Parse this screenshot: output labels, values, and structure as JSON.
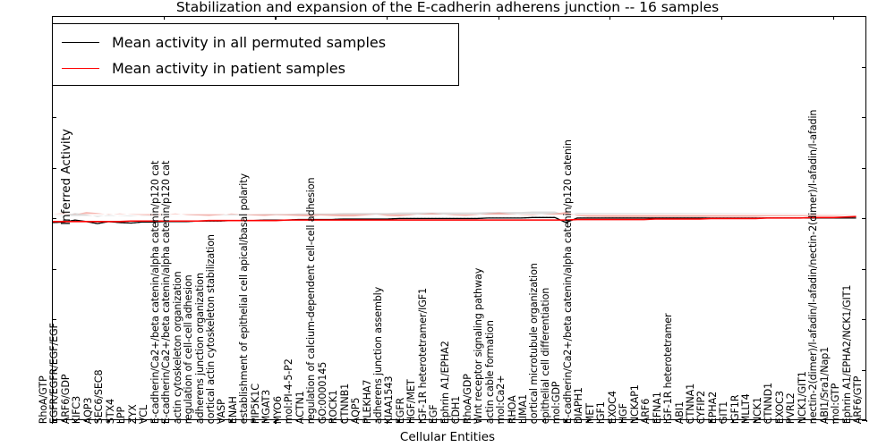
{
  "chart_data": {
    "type": "line",
    "title": "Stabilization and expansion of the E-cadherin adherens junction -- 16 samples",
    "xlabel": "Cellular Entities",
    "ylabel": "Inferred Activity",
    "ylim": [
      -4,
      4
    ],
    "yticks": [
      4,
      3,
      2,
      1,
      0,
      -1,
      -2,
      -3,
      -4
    ],
    "grid": false,
    "legend_position": "upper left",
    "categories": [
      "RhoA/GTP",
      "EGFR/EGFR/EGF/EGF",
      "ARF6/GDP",
      "KIFC3",
      "AQP3",
      "SEC6/SEC8",
      "STX4",
      "LPP",
      "ZYX",
      "VCL",
      "E-cadherin/Ca2+/beta catenin/alpha catenin/p120 cat",
      "E-cadherin/Ca2+/beta catenin/alpha catenin/p120 cat",
      "actin cytoskeleton organization",
      "regulation of cell-cell adhesion",
      "adherens junction organization",
      "cortical actin cytoskeleton stabilization",
      "VASP",
      "ENAH",
      "establishment of epithelial cell apical/basal polarity",
      "PIP5K1C",
      "MGAT3",
      "MYO6",
      "mol:PI-4-5-P2",
      "ACTN1",
      "regulation of calcium-dependent cell-cell adhesion",
      "GO:0000145",
      "ROCK1",
      "CTNNB1",
      "AQP5",
      "PLEKHA7",
      "adherens junction assembly",
      "KIAA1543",
      "EGFR",
      "HGF/MET",
      "IGF-1R heterotetramer/IGF1",
      "EGF",
      "Ephrin A1/EPHA2",
      "CDH1",
      "RhoA/GDP",
      "Wnt receptor signaling pathway",
      "actin cable formation",
      "mol:Ca2+",
      "RHOA",
      "LIMA1",
      "cortical microtubule organization",
      "epithelial cell differentiation",
      "mol:GDP",
      "E-cadherin/Ca2+/beta catenin/alpha catenin/p120 catenin",
      "DIAPH1",
      "MET",
      "IGF1",
      "EXOC4",
      "HGF",
      "NCKAP1",
      "ARF6",
      "EFNA1",
      "IGF-1R heterotetramer",
      "ABI1",
      "CTNNA1",
      "CYFIP2",
      "EPHA2",
      "GIT1",
      "IGF1R",
      "MLLT4",
      "NCK1",
      "CTNND1",
      "EXOC3",
      "PVRL2",
      "NCK1/GIT1",
      "nectin-2(dimer)/l-afadin/l-afadin/nectin-2(dimer)/l-afadin/l-afadin",
      "ABI1/Sra1/Nap1",
      "mol:GTP",
      "Ephrin A1/EPHA2/NCK1/GIT1",
      "ARF6/GTP"
    ],
    "series": [
      {
        "name": "Mean activity in all permuted samples",
        "color": "#000000",
        "band_color": "#bfbfbf",
        "values": [
          -0.07,
          -0.06,
          -0.02,
          -0.05,
          -0.09,
          -0.05,
          -0.07,
          -0.08,
          -0.06,
          -0.06,
          -0.05,
          -0.05,
          -0.05,
          -0.04,
          -0.04,
          -0.04,
          -0.03,
          -0.03,
          -0.03,
          -0.02,
          -0.02,
          -0.02,
          -0.01,
          -0.01,
          -0.01,
          -0.01,
          0.0,
          0.0,
          0.0,
          0.0,
          0.0,
          0.01,
          0.01,
          0.01,
          0.01,
          0.01,
          0.01,
          0.01,
          0.01,
          0.02,
          0.02,
          0.02,
          0.02,
          0.03,
          0.03,
          0.03,
          -0.07,
          0.02,
          0.02,
          0.02,
          0.02,
          0.02,
          0.02,
          0.02,
          0.02,
          0.02,
          0.02,
          0.02,
          0.02,
          0.02,
          0.02,
          0.02,
          0.02,
          0.02,
          0.02,
          0.02,
          0.02,
          0.02,
          0.02,
          0.02,
          0.02,
          0.02,
          0.02
        ],
        "band_lower": [
          -0.2,
          -0.19,
          -0.16,
          -0.19,
          -0.22,
          -0.18,
          -0.2,
          -0.21,
          -0.19,
          -0.19,
          -0.17,
          -0.17,
          -0.17,
          -0.16,
          -0.16,
          -0.16,
          -0.15,
          -0.15,
          -0.15,
          -0.14,
          -0.14,
          -0.14,
          -0.13,
          -0.13,
          -0.13,
          -0.13,
          -0.12,
          -0.12,
          -0.12,
          -0.12,
          -0.12,
          -0.11,
          -0.11,
          -0.11,
          -0.11,
          -0.11,
          -0.11,
          -0.11,
          -0.11,
          -0.1,
          -0.1,
          -0.1,
          -0.1,
          -0.09,
          -0.09,
          -0.09,
          -0.22,
          -0.08,
          -0.08,
          -0.08,
          -0.08,
          -0.08,
          -0.08,
          -0.08,
          -0.08,
          -0.08,
          -0.08,
          -0.08,
          -0.08,
          -0.08,
          -0.08,
          -0.08,
          -0.08,
          -0.08,
          -0.08,
          -0.08,
          -0.08,
          -0.08,
          -0.08,
          -0.08,
          -0.08,
          -0.08,
          -0.08
        ],
        "band_upper": [
          0.06,
          0.07,
          0.12,
          0.09,
          0.04,
          0.08,
          0.06,
          0.05,
          0.07,
          0.07,
          0.07,
          0.07,
          0.07,
          0.08,
          0.08,
          0.08,
          0.09,
          0.09,
          0.09,
          0.1,
          0.1,
          0.1,
          0.11,
          0.11,
          0.11,
          0.11,
          0.12,
          0.12,
          0.12,
          0.12,
          0.12,
          0.13,
          0.13,
          0.13,
          0.13,
          0.13,
          0.13,
          0.13,
          0.13,
          0.14,
          0.14,
          0.14,
          0.14,
          0.15,
          0.15,
          0.15,
          0.08,
          0.12,
          0.12,
          0.12,
          0.12,
          0.12,
          0.12,
          0.12,
          0.12,
          0.12,
          0.12,
          0.12,
          0.12,
          0.12,
          0.12,
          0.12,
          0.12,
          0.12,
          0.12,
          0.12,
          0.12,
          0.12,
          0.12,
          0.12,
          0.12,
          0.12,
          0.12
        ]
      },
      {
        "name": "Mean activity in patient samples",
        "color": "#ff0000",
        "band_color": "#f08a80",
        "values": [
          -0.05,
          -0.05,
          -0.05,
          -0.05,
          -0.05,
          -0.05,
          -0.05,
          -0.04,
          -0.04,
          -0.04,
          -0.04,
          -0.04,
          -0.04,
          -0.04,
          -0.03,
          -0.03,
          -0.03,
          -0.03,
          -0.03,
          -0.03,
          -0.03,
          -0.02,
          -0.02,
          -0.02,
          -0.02,
          -0.02,
          -0.02,
          -0.02,
          -0.02,
          -0.02,
          -0.02,
          -0.02,
          -0.02,
          -0.02,
          -0.02,
          -0.02,
          -0.02,
          -0.02,
          -0.02,
          -0.02,
          -0.02,
          -0.02,
          -0.02,
          -0.02,
          -0.02,
          -0.02,
          -0.02,
          -0.01,
          -0.01,
          -0.01,
          -0.01,
          -0.01,
          -0.01,
          -0.01,
          0.0,
          0.0,
          0.0,
          0.0,
          0.0,
          0.01,
          0.01,
          0.01,
          0.01,
          0.01,
          0.02,
          0.02,
          0.02,
          0.02,
          0.03,
          0.03,
          0.03,
          0.04,
          0.05
        ],
        "band_lower": [
          -0.22,
          -0.24,
          -0.21,
          -0.26,
          -0.24,
          -0.2,
          -0.22,
          -0.19,
          -0.17,
          -0.16,
          -0.18,
          -0.2,
          -0.17,
          -0.15,
          -0.14,
          -0.16,
          -0.19,
          -0.17,
          -0.14,
          -0.13,
          -0.15,
          -0.14,
          -0.12,
          -0.11,
          -0.13,
          -0.12,
          -0.11,
          -0.1,
          -0.12,
          -0.14,
          -0.11,
          -0.1,
          -0.12,
          -0.15,
          -0.17,
          -0.14,
          -0.12,
          -0.11,
          -0.13,
          -0.16,
          -0.18,
          -0.15,
          -0.13,
          -0.12,
          -0.14,
          -0.16,
          -0.19,
          -0.11,
          -0.08,
          -0.07,
          -0.06,
          -0.06,
          -0.05,
          -0.05,
          -0.05,
          -0.05,
          -0.04,
          -0.04,
          -0.04,
          -0.04,
          -0.04,
          -0.04,
          -0.04,
          -0.04,
          -0.03,
          -0.03,
          -0.03,
          -0.03,
          -0.03,
          -0.03,
          -0.03,
          -0.03,
          -0.03
        ],
        "band_upper": [
          0.1,
          0.12,
          0.09,
          0.14,
          0.12,
          0.09,
          0.11,
          0.09,
          0.08,
          0.07,
          0.09,
          0.11,
          0.08,
          0.07,
          0.06,
          0.08,
          0.11,
          0.09,
          0.07,
          0.06,
          0.08,
          0.07,
          0.06,
          0.05,
          0.07,
          0.06,
          0.05,
          0.05,
          0.07,
          0.09,
          0.06,
          0.05,
          0.07,
          0.1,
          0.12,
          0.09,
          0.07,
          0.06,
          0.08,
          0.11,
          0.13,
          0.1,
          0.08,
          0.07,
          0.09,
          0.11,
          0.14,
          0.06,
          0.04,
          0.04,
          0.03,
          0.03,
          0.03,
          0.03,
          0.03,
          0.03,
          0.03,
          0.03,
          0.03,
          0.04,
          0.04,
          0.04,
          0.04,
          0.04,
          0.05,
          0.05,
          0.05,
          0.05,
          0.06,
          0.06,
          0.06,
          0.07,
          0.08
        ]
      }
    ]
  },
  "legend": {
    "items": [
      {
        "label": "Mean activity in all permuted samples",
        "color": "#000000"
      },
      {
        "label": "Mean activity in patient samples",
        "color": "#ff0000"
      }
    ]
  }
}
